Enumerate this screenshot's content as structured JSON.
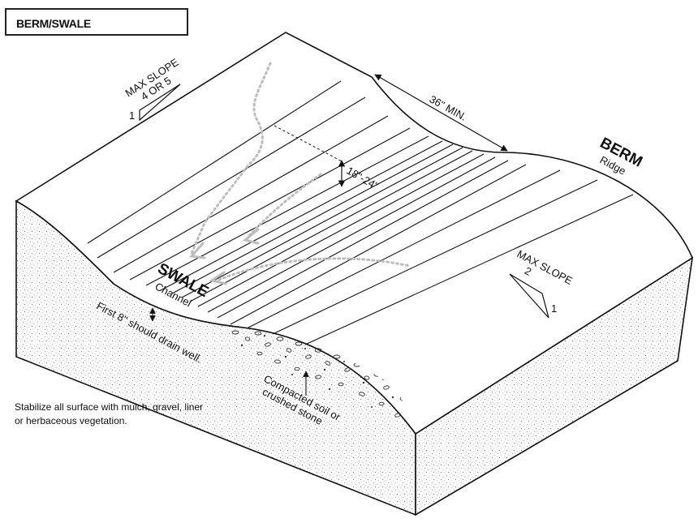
{
  "title": "BERM/SWALE",
  "note": "Stabilize all surface with mulch, gravel, liner or herbaceous vegetation.",
  "labels": {
    "max_slope_top": [
      "MAX SLOPE",
      "4 OR 5"
    ],
    "max_slope_top_rise": "1",
    "width_dim": "36\" MIN.",
    "depth_dim": "18\"-24\"",
    "berm": "BERM",
    "ridge": "Ridge",
    "swale": "SWALE",
    "channel": "Channel",
    "drain": "First 8\" should drain well.",
    "compacted": [
      "Compacted soil or",
      "crushed stone"
    ],
    "max_slope_right": [
      "MAX SLOPE",
      "2"
    ],
    "max_slope_right_rise": "1"
  },
  "colors": {
    "ink": "#111111",
    "flow_arrow": "#bdbdbd",
    "stipple": "#8a8a8a"
  }
}
